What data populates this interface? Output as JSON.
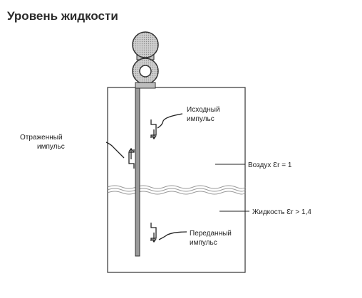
{
  "title": "Уровень жидкости",
  "labels": {
    "source_pulse": [
      "Исходный",
      "импульс"
    ],
    "reflected_pulse": [
      "Отраженный",
      "импульс"
    ],
    "air": "Воздух Ɛr = 1",
    "liquid": "Жидкость Ɛr > 1,4",
    "transmitted_pulse": [
      "Переданный",
      "импульс"
    ]
  },
  "colors": {
    "stroke": "#333333",
    "probe_fill": "#9a9a9a",
    "head_fill": "#b5b5b5",
    "text": "#222222"
  }
}
